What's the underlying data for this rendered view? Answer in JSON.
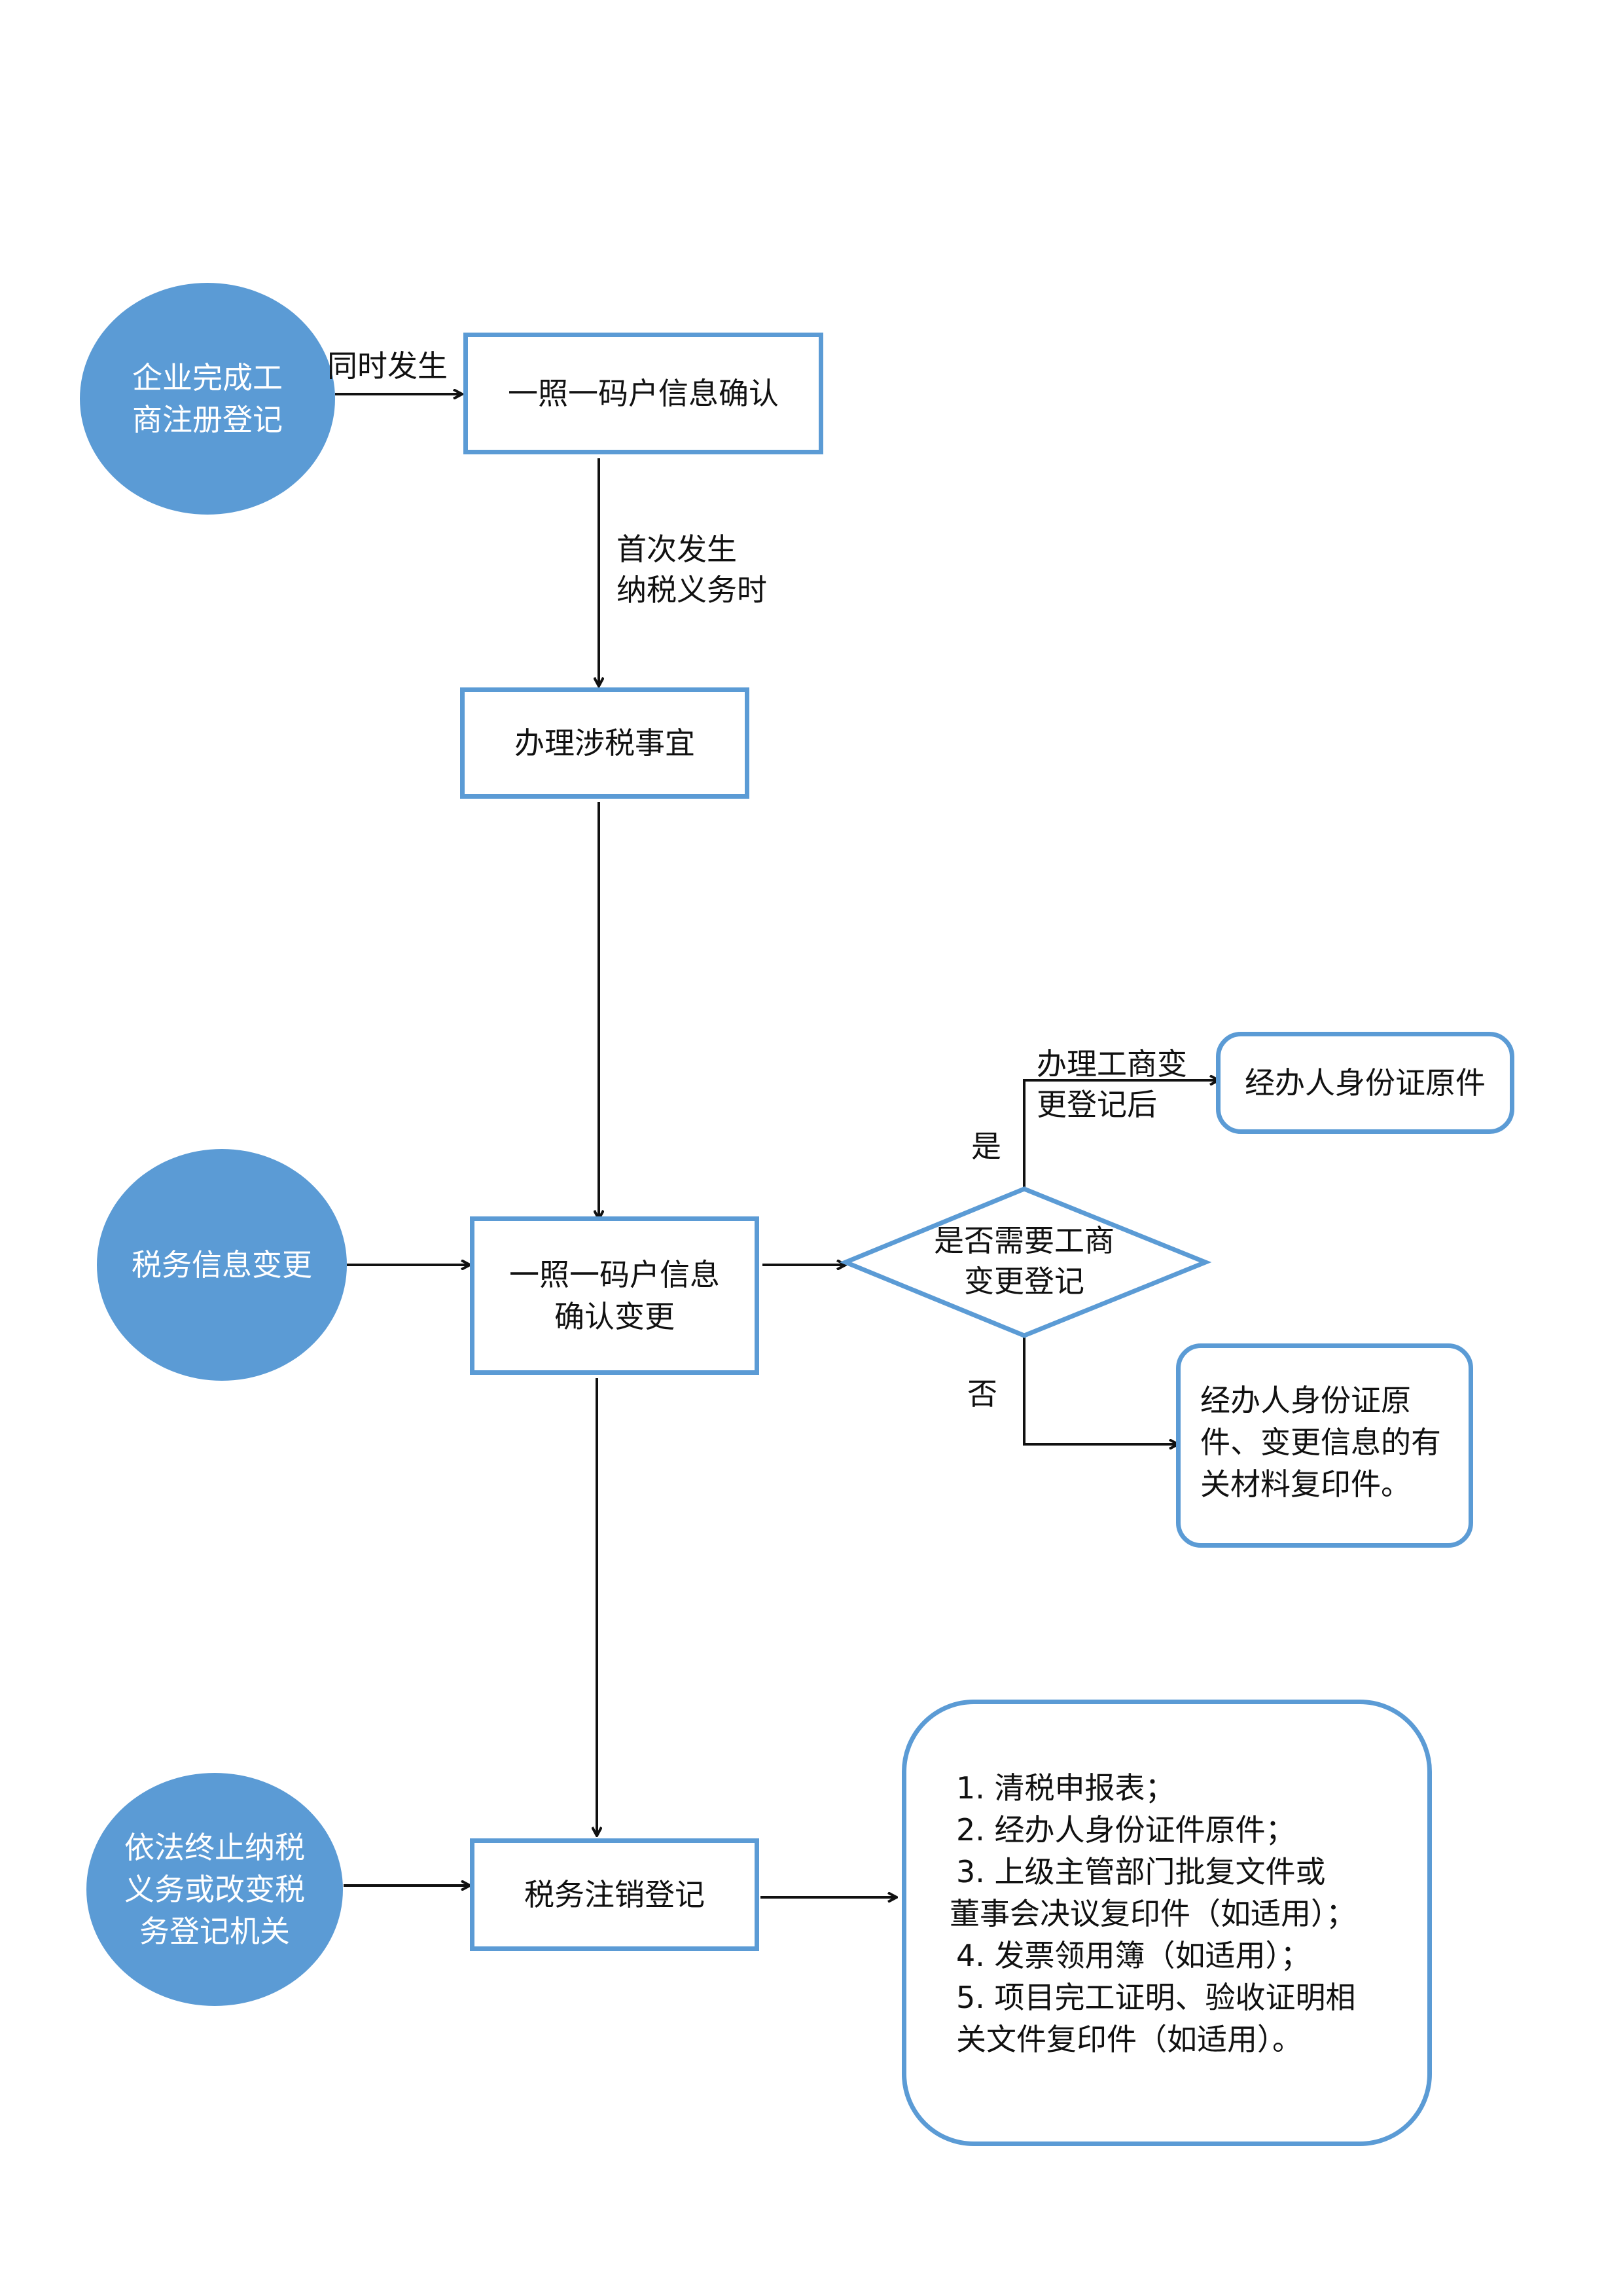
{
  "nodes": {
    "start_registration": "企业完成工\n商注册登记",
    "confirm_info": "一照一码户信息确认",
    "handle_tax": "办理涉税事宜",
    "tax_info_change": "税务信息变更",
    "confirm_change": "一照一码户信息\n确认变更",
    "decision": "是否需要工商\n变更登记",
    "doc_id_original": "经办人身份证原件",
    "doc_change_materials": "经办人身份证原\n件、变更信息的有\n关材料复印件。",
    "terminate": "依法终止纳税\n义务或改变税\n务登记机关",
    "deregistration": "税务注销登记",
    "deregistration_docs": [
      "1.  清税申报表；",
      "2.  经办人身份证件原件；",
      "3.  上级主管部门批复文件或",
      "董事会决议复印件（如适用）；",
      "4.  发票领用簿（如适用）；",
      "5.  项目完工证明、验收证明相",
      "关文件复印件（如适用）。"
    ]
  },
  "edges": {
    "simultaneous": "同时发生",
    "first_tax_obligation": "首次发生\n纳税义务时",
    "after_business_change": "办理工商变\n更登记后",
    "yes": "是",
    "no": "否"
  },
  "colors": {
    "accent": "#5b9bd5",
    "line": "#111111"
  }
}
